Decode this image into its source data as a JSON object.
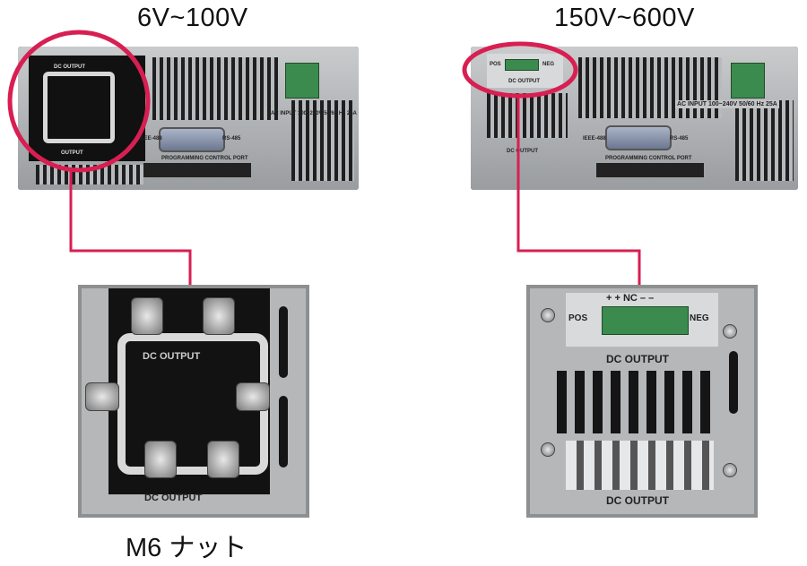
{
  "left": {
    "title": "6V~100V",
    "caption": "M6 ナット",
    "panel_labels": {
      "dc_output": "DC OUTPUT",
      "output": "OUTPUT",
      "ieee": "IEEE-488",
      "rs485": "RS-485",
      "programming": "PROGRAMMING CONTROL PORT",
      "ac_input": "AC INPUT 100~240V 50/60 Hz 25A"
    },
    "zoom_labels": {
      "dc_output_top": "DC OUTPUT",
      "dc_output_bottom": "DC OUTPUT"
    }
  },
  "right": {
    "title": "150V~600V",
    "panel_labels": {
      "pos": "POS",
      "neg": "NEG",
      "dc_output": "DC OUTPUT",
      "dc_output_2": "DC OUTPUT",
      "ieee": "IEEE-488",
      "rs485": "RS-485",
      "programming": "PROGRAMMING CONTROL PORT",
      "ac_input": "AC INPUT 100~240V 50/60 Hz 25A"
    },
    "zoom_labels": {
      "pins": "+  +  NC  –  –",
      "pos": "POS",
      "neg": "NEG",
      "dc_output_top": "DC OUTPUT",
      "dc_output_bottom": "DC OUTPUT"
    }
  },
  "colors": {
    "highlight": "#d81f52",
    "frame": "#8e8f91"
  }
}
